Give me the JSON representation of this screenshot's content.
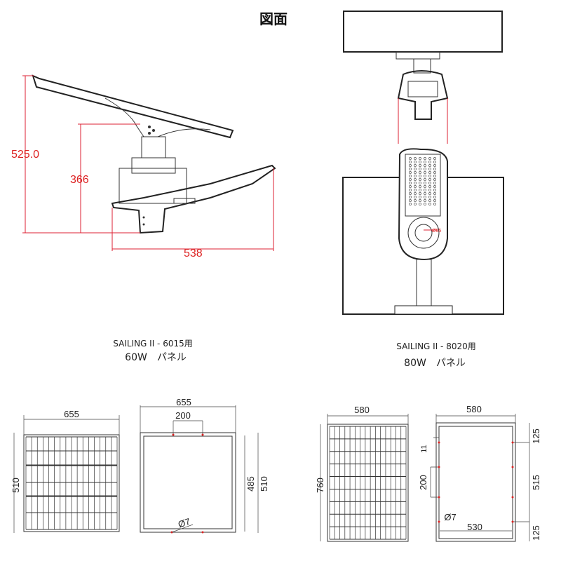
{
  "title": "図面",
  "side_view": {
    "dim_height_total": "525.0",
    "dim_height_arm": "366",
    "dim_length": "538",
    "accent_color": "#d22"
  },
  "top_view": {
    "dim_hole": "Ø65"
  },
  "captions": {
    "model_6015": "SAILING II - 6015用",
    "panel_60w": "60W　パネル",
    "model_8020": "SAILING II - 8020用",
    "panel_80w": "80W　パネル"
  },
  "panel_60w": {
    "front_width": "655",
    "front_height": "510",
    "back_width": "655",
    "hole_spacing": "200",
    "inner_height": "485",
    "back_height": "510",
    "hole_diameter": "Ø7"
  },
  "panel_80w": {
    "front_width": "580",
    "front_height": "760",
    "back_width": "580",
    "dim_11": "11",
    "hole_spacing": "200",
    "hole_diameter": "Ø7",
    "inner_width": "530",
    "top_offset": "125",
    "middle": "515",
    "bottom_offset": "125"
  }
}
